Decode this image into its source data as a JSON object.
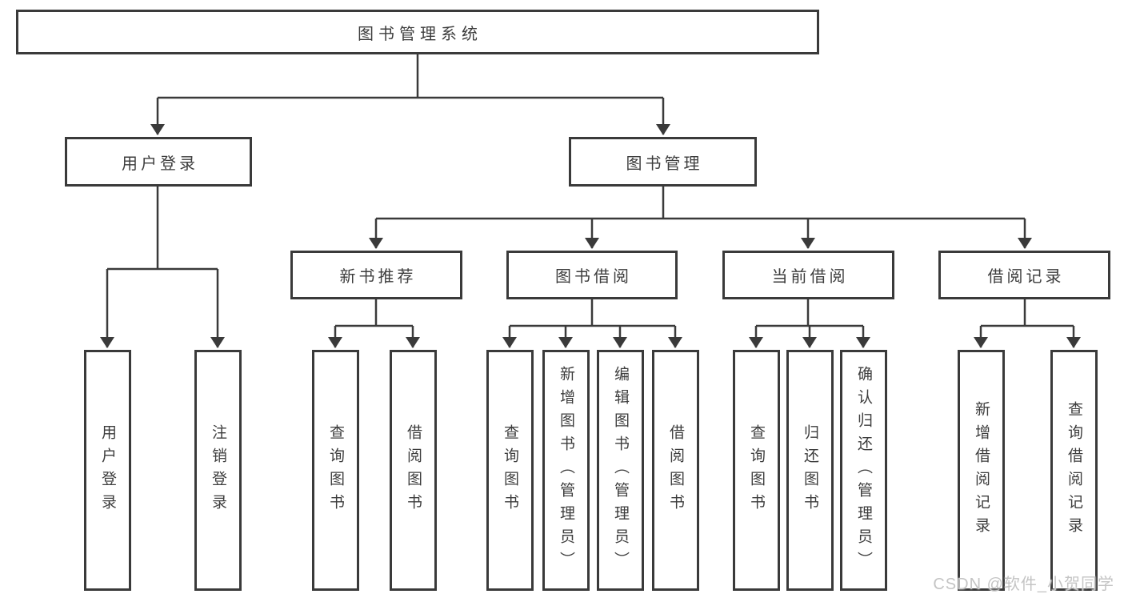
{
  "diagram": {
    "colors": {
      "line": "#3a3a3a",
      "text": "#3d3d3d",
      "background": "#ffffff",
      "watermark": "#c4c4c4"
    },
    "watermark": "CSDN @软件_小贺同学",
    "nodes": {
      "root": {
        "label": "图书管理系统"
      },
      "level2": [
        {
          "label": "用户登录"
        },
        {
          "label": "图书管理"
        }
      ],
      "level3": [
        {
          "label": "新书推荐"
        },
        {
          "label": "图书借阅"
        },
        {
          "label": "当前借阅"
        },
        {
          "label": "借阅记录"
        }
      ],
      "leaves": {
        "user_login": [
          "用户登录",
          "注销登录"
        ],
        "new_book": [
          "查询图书",
          "借阅图书"
        ],
        "book_borrow": [
          "查询图书",
          "新增图书（管理员）",
          "编辑图书（管理员）",
          "借阅图书"
        ],
        "current_borrow": [
          "查询图书",
          "归还图书",
          "确认归还（管理员）"
        ],
        "borrow_records": [
          "新增借阅记录",
          "查询借阅记录"
        ]
      }
    }
  }
}
